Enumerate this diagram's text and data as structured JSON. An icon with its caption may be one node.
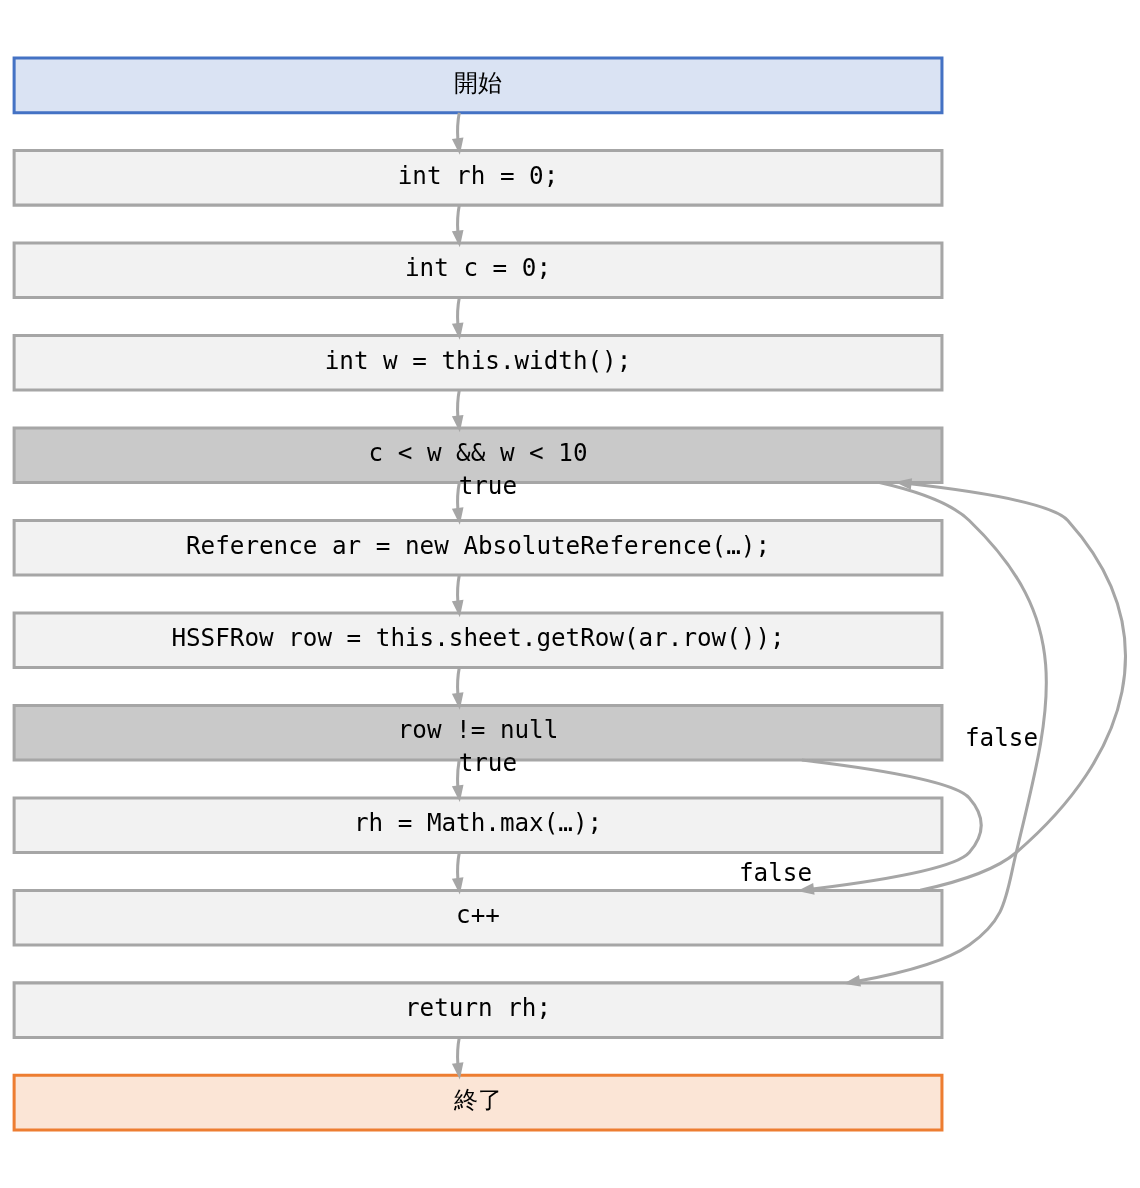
{
  "diagram": {
    "nodes": [
      {
        "text": [
          "開始"
        ]
      },
      {
        "text": [
          "int rh = 0;"
        ]
      },
      {
        "text": [
          "int c = 0;"
        ]
      },
      {
        "text": [
          "int w = this.width();"
        ]
      },
      {
        "text": [
          "c < w && w < 10"
        ]
      },
      {
        "text": [
          "Reference ar = new AbsoluteReference(…);"
        ]
      },
      {
        "text": [
          "HSSFRow row = this.sheet.getRow(ar.row());"
        ]
      },
      {
        "text": [
          "row != null"
        ]
      },
      {
        "text": [
          "rh = Math.max(…);"
        ]
      },
      {
        "text": [
          "c++"
        ]
      },
      {
        "text": [
          "return rh;"
        ]
      },
      {
        "text": [
          "終了"
        ]
      }
    ],
    "edges": [
      {
        "from": 0,
        "to": 1,
        "arrow": "to"
      },
      {
        "from": 1,
        "to": 2,
        "arrow": "to"
      },
      {
        "from": 2,
        "to": 3,
        "arrow": "to"
      },
      {
        "from": 3,
        "to": 4,
        "arrow": "to"
      },
      {
        "from": 4,
        "to": 5,
        "arrow": "to",
        "label": "true"
      },
      {
        "from": 5,
        "to": 6,
        "arrow": "to"
      },
      {
        "from": 6,
        "to": 7,
        "arrow": "to"
      },
      {
        "from": 7,
        "to": 8,
        "arrow": "to",
        "label": "true"
      },
      {
        "from": 8,
        "to": 9,
        "arrow": "to"
      },
      {
        "from": 9,
        "to": 4,
        "arrow": "to"
      },
      {
        "from": 7,
        "to": 9,
        "arrow": "to",
        "label": "false"
      },
      {
        "from": 4,
        "to": 10,
        "arrow": "to",
        "label": "false"
      },
      {
        "from": 10,
        "to": 11,
        "arrow": "to"
      }
    ]
  }
}
